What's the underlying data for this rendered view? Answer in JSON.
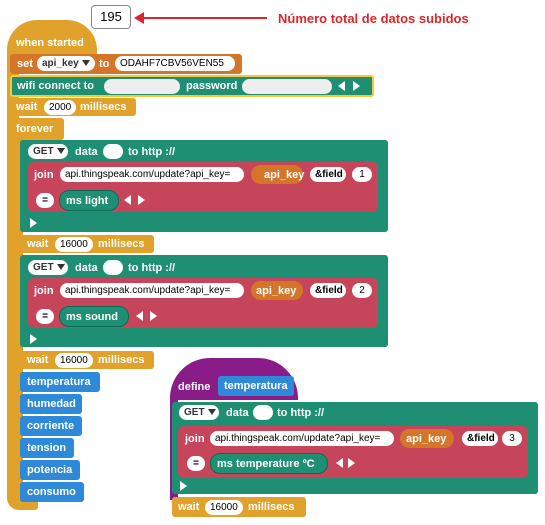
{
  "counter": {
    "value": "195"
  },
  "annotation": {
    "text": "Número total de datos subidos",
    "color": "#d9262c"
  },
  "colors": {
    "control": "#e0a22a",
    "network": "#1e8f72",
    "text": "#c7455b",
    "variable": "#d3762a",
    "procedure": "#2e8ad8",
    "define": "#8a1c8a"
  },
  "main": {
    "hat": "when started",
    "set": {
      "label": "set",
      "var": "api_key",
      "to": "to",
      "value": "ODAHF7CBV56VEN55"
    },
    "wifi": {
      "label": "wifi connect to",
      "password": "password"
    },
    "wait1": {
      "label": "wait",
      "value": "2000",
      "unit": "millisecs"
    },
    "forever": "forever",
    "requests": [
      {
        "method": "GET",
        "data": "data",
        "to": "to http ://",
        "join": "join",
        "url": "api.thingspeak.com/update?api_key=",
        "key": "api_key",
        "field": "&field",
        "num": "1",
        "eq": "=",
        "var": "ms light"
      },
      {
        "method": "GET",
        "data": "data",
        "to": "to http ://",
        "join": "join",
        "url": "api.thingspeak.com/update?api_key=",
        "key": "api_key",
        "field": "&field",
        "num": "2",
        "eq": "=",
        "var": "ms sound"
      }
    ],
    "waits": [
      {
        "label": "wait",
        "value": "16000",
        "unit": "millisecs"
      },
      {
        "label": "wait",
        "value": "16000",
        "unit": "millisecs"
      }
    ],
    "procedures": [
      "temperatura",
      "humedad",
      "corriente",
      "tension",
      "potencia",
      "consumo"
    ]
  },
  "define": {
    "label": "define",
    "name": "temperatura",
    "request": {
      "method": "GET",
      "data": "data",
      "to": "to http ://",
      "join": "join",
      "url": "api.thingspeak.com/update?api_key=",
      "key": "api_key",
      "field": "&field",
      "num": "3",
      "eq": "=",
      "var": "ms temperature ºC"
    },
    "wait": {
      "label": "wait",
      "value": "16000",
      "unit": "millisecs"
    }
  }
}
